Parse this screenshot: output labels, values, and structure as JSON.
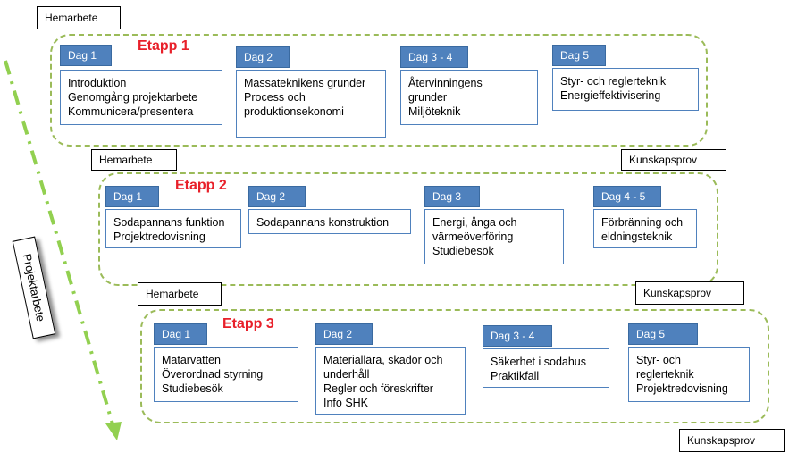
{
  "side_label": "Projektarbete",
  "stages": [
    {
      "title": "Etapp 1",
      "top_left_label": "Hemarbete",
      "top_right_label": "",
      "days": [
        {
          "tab": "Dag 1",
          "lines": [
            "Introduktion",
            "Genomgång projektarbete",
            "Kommunicera/presentera"
          ]
        },
        {
          "tab": "Dag 2",
          "lines": [
            "Massateknikens grunder",
            "Process och",
            "produktionsekonomi"
          ]
        },
        {
          "tab": "Dag 3 - 4",
          "lines": [
            "Återvinningens",
            "grunder",
            "Miljöteknik"
          ]
        },
        {
          "tab": "Dag 5",
          "lines": [
            "Styr- och reglerteknik",
            "Energieffektivisering"
          ]
        }
      ]
    },
    {
      "title": "Etapp 2",
      "top_left_label": "Hemarbete",
      "top_right_label": "Kunskapsprov",
      "days": [
        {
          "tab": "Dag 1",
          "lines": [
            "Sodapannans funktion",
            "Projektredovisning"
          ]
        },
        {
          "tab": "Dag 2",
          "lines": [
            "Sodapannans konstruktion"
          ]
        },
        {
          "tab": "Dag 3",
          "lines": [
            "Energi, ånga och",
            "värmeöverföring",
            "Studiebesök"
          ]
        },
        {
          "tab": "Dag 4 - 5",
          "lines": [
            "Förbränning och",
            "eldningsteknik"
          ]
        }
      ]
    },
    {
      "title": "Etapp 3",
      "top_left_label": "Hemarbete",
      "top_right_label": "Kunskapsprov",
      "days": [
        {
          "tab": "Dag 1",
          "lines": [
            "Matarvatten",
            "Överordnad styrning",
            "Studiebesök"
          ]
        },
        {
          "tab": "Dag 2",
          "lines": [
            "Materiallära, skador och",
            "underhåll",
            "Regler och föreskrifter",
            "Info SHK"
          ]
        },
        {
          "tab": "Dag 3 - 4",
          "lines": [
            "Säkerhet i sodahus",
            "Praktikfall"
          ]
        },
        {
          "tab": "Dag  5",
          "lines": [
            "Styr- och",
            "reglerteknik",
            "Projektredovisning"
          ]
        }
      ]
    }
  ],
  "final_label": "Kunskapsprov",
  "colors": {
    "dashed_frame": "#9bbb59",
    "day_tab": "#4f81bd",
    "etapp_title": "#e8202a"
  }
}
